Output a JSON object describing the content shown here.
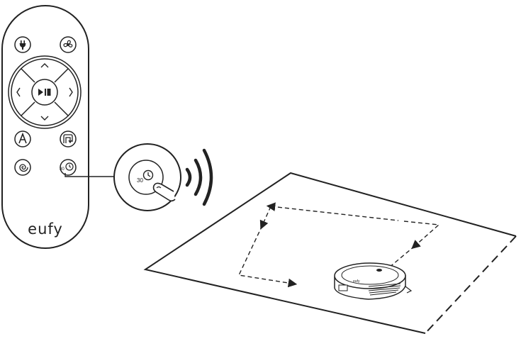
{
  "remote": {
    "brand": "eufy",
    "timer_button_label": "30",
    "buttons": [
      "power-icon",
      "fan-suction-icon",
      "up-chevron-icon",
      "left-chevron-icon",
      "right-chevron-icon",
      "down-chevron-icon",
      "play-pause-icon",
      "auto-mode-icon",
      "edge-cleaning-icon",
      "spot-spiral-icon",
      "timer-30-icon"
    ]
  },
  "callout": {
    "label": "30",
    "icons": [
      "timer-30-icon",
      "pressing-finger-icon"
    ]
  },
  "signal": {
    "icon": "wireless-signal-icon"
  },
  "floor": {
    "path_icon": "dashed-arrow-path-icon",
    "robot_logo": "eufy",
    "robot_icon": "robot-vacuum-icon"
  },
  "colors": {
    "line": "#222222",
    "background": "#ffffff"
  }
}
